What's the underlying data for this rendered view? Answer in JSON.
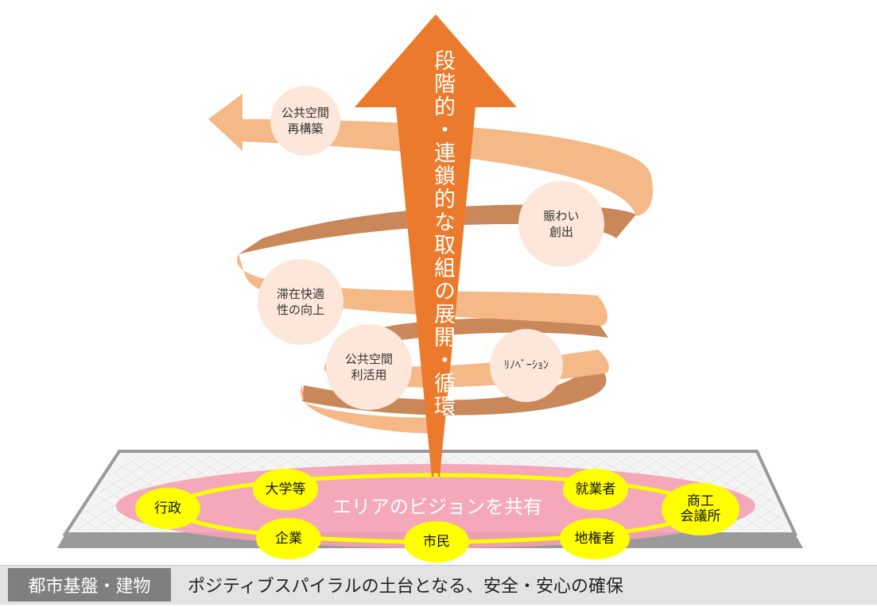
{
  "spiral": {
    "arrow_text": "段階的・連鎖的な取組の展開・循環",
    "steps": [
      {
        "id": "public-space-rebuild",
        "label": "公共空間\n再構築"
      },
      {
        "id": "bustle",
        "label": "賑わい\n創出"
      },
      {
        "id": "stay-comfort",
        "label": "滞在快適\n性の向上"
      },
      {
        "id": "public-space-use",
        "label": "公共空間\n利活用"
      },
      {
        "id": "renovation",
        "label": "ﾘﾉﾍﾞｰｼｮﾝ"
      }
    ]
  },
  "platform": {
    "center_label": "エリアのビジョンを共有",
    "actors": [
      {
        "id": "university",
        "label": "大学等"
      },
      {
        "id": "workers",
        "label": "就業者"
      },
      {
        "id": "government",
        "label": "行政"
      },
      {
        "id": "chamber",
        "label": "商工\n会議所"
      },
      {
        "id": "company",
        "label": "企業"
      },
      {
        "id": "citizens",
        "label": "市民"
      },
      {
        "id": "landowners",
        "label": "地権者"
      }
    ]
  },
  "base": {
    "tag": "都市基盤・建物",
    "text": "ポジティブスパイラルの土台となる、安全・安心の確保"
  },
  "colors": {
    "arrow": "#ec7a2c",
    "ribbon_front": "#f5b887",
    "ribbon_back": "#c9875a",
    "circle": "#fce7da",
    "ellipse": "#f4a0b4",
    "actor": "#ffff00"
  }
}
